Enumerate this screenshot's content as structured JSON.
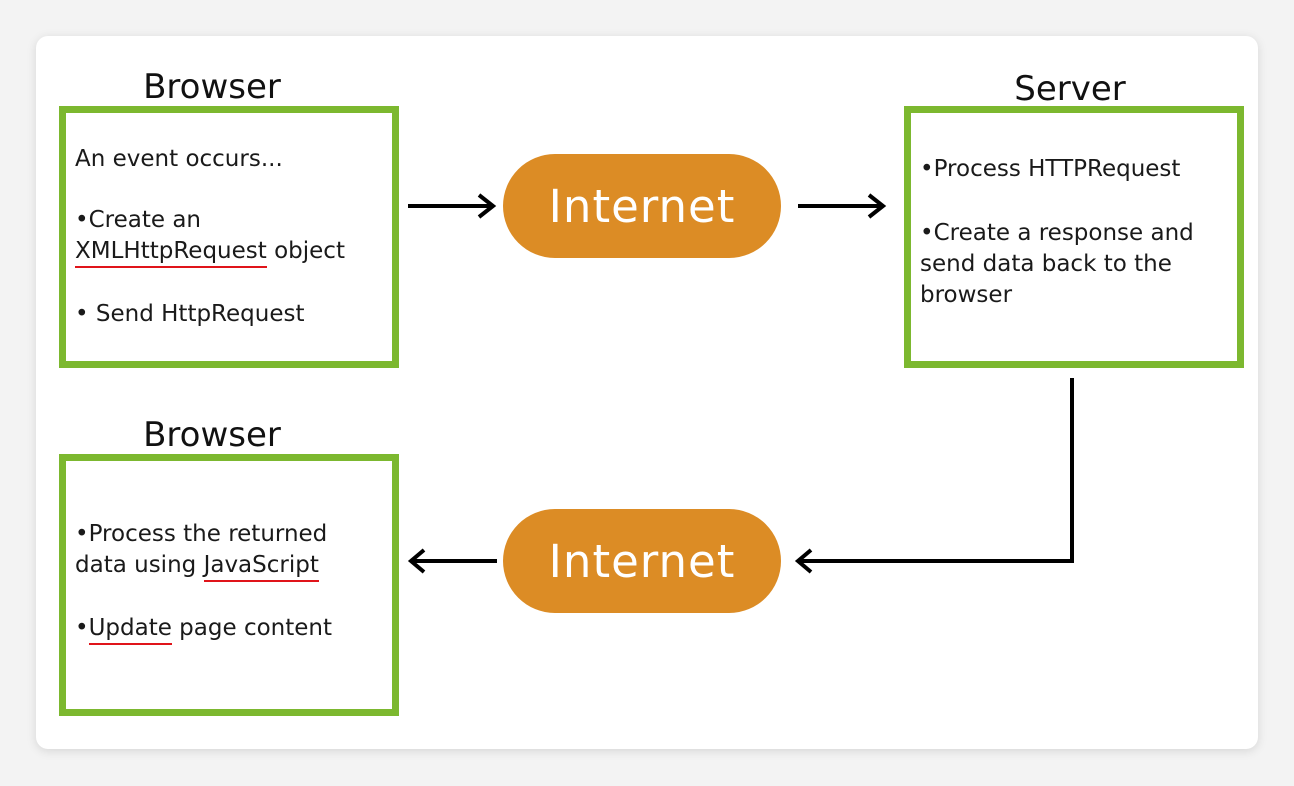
{
  "top_browser": {
    "title": "Browser",
    "event_text": "An event occurs...",
    "bullet1_line1": "Create an",
    "bullet1_term": "XMLHttpRequest",
    "bullet1_rest": " object",
    "bullet2": "Send HttpRequest"
  },
  "internet_top": {
    "label": "Internet"
  },
  "server": {
    "title": "Server",
    "bullet1": "Process HTTPRequest",
    "bullet2_line1": "Create a response and",
    "bullet2_line2": "send data back to the",
    "bullet2_line3": "browser"
  },
  "internet_bottom": {
    "label": "Internet"
  },
  "bottom_browser": {
    "title": "Browser",
    "bullet1_line1": "Process the returned",
    "bullet1_prefix": "data using ",
    "bullet1_term": "JavaScript",
    "bullet2_term": "Update",
    "bullet2_rest": " page content"
  },
  "colors": {
    "box_border": "#7cb82f",
    "pill_fill": "#dc8c25",
    "underline": "#e0141a",
    "arrow": "#000000"
  }
}
